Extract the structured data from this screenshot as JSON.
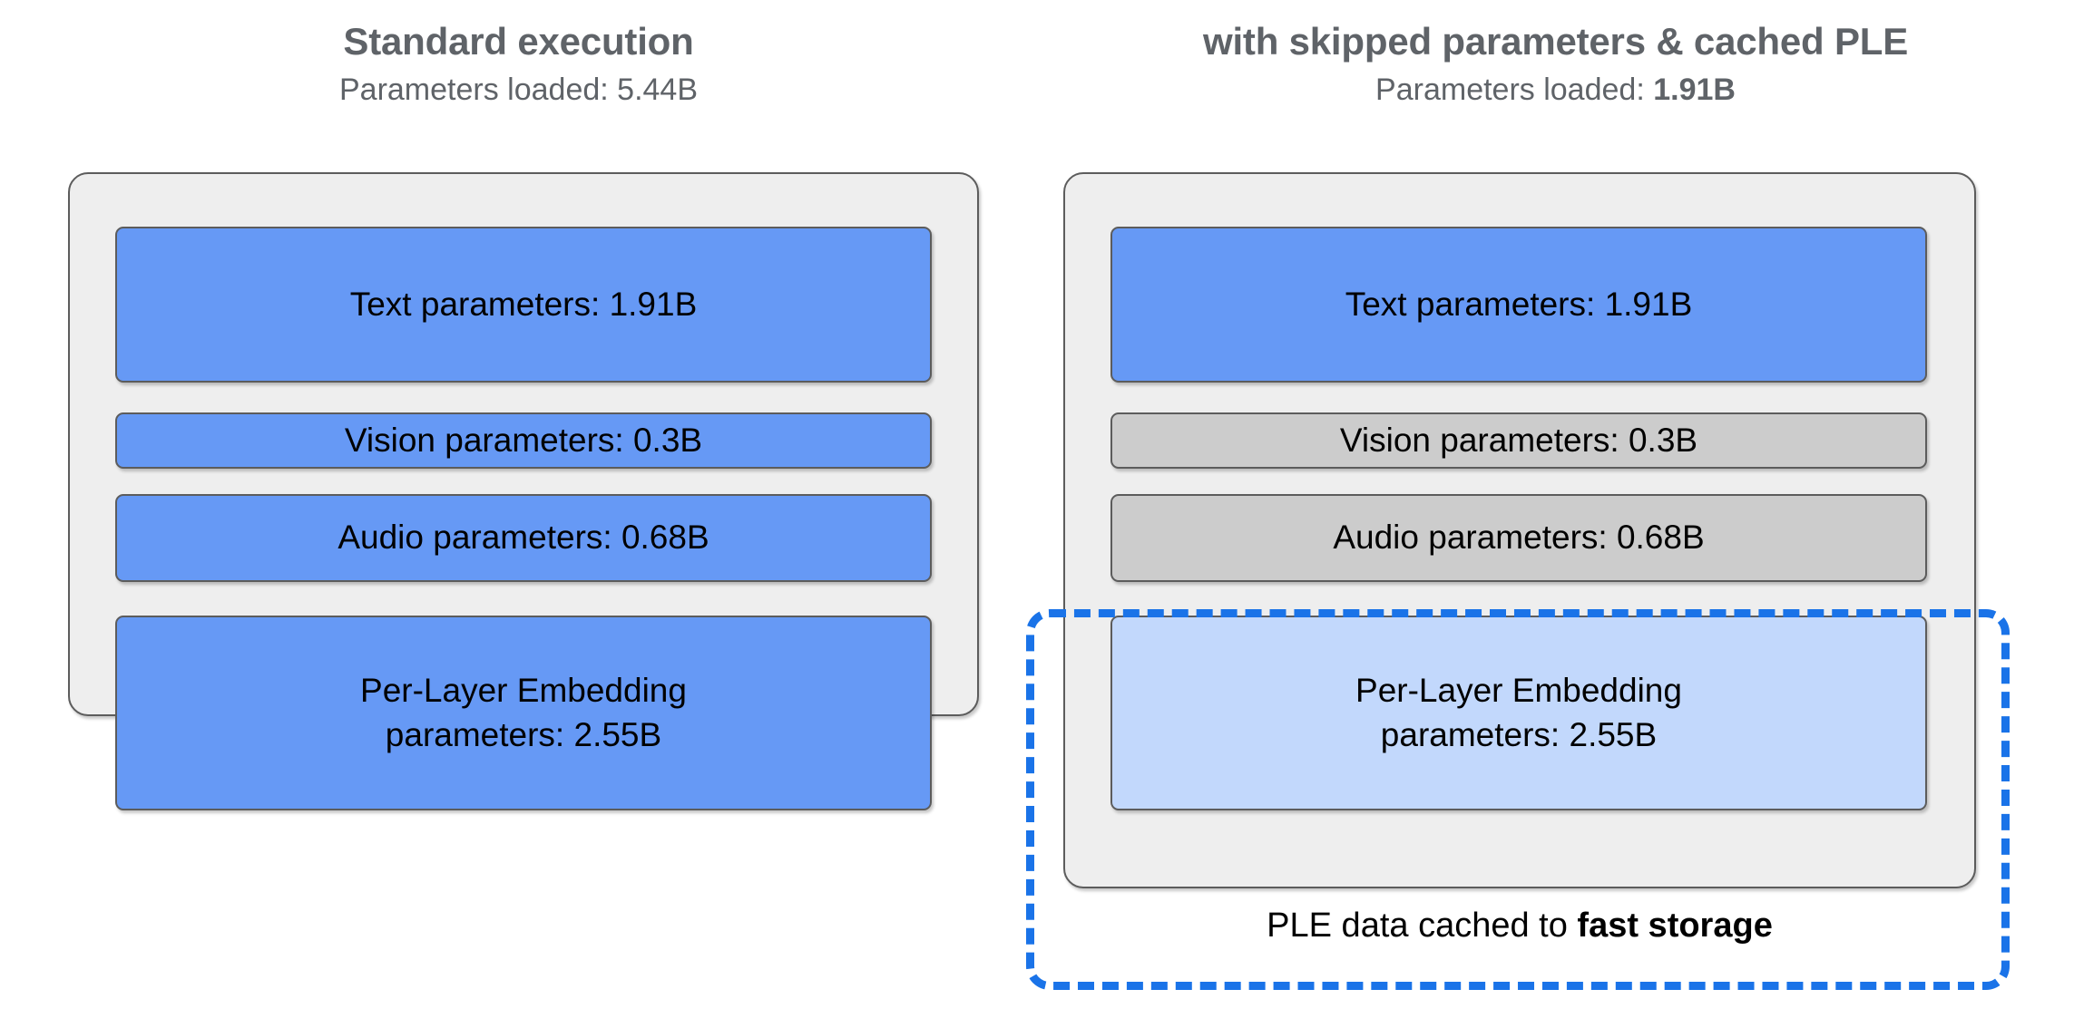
{
  "columns": [
    {
      "title": "Standard execution",
      "subtitle_prefix": "Parameters loaded: ",
      "subtitle_value": "5.44B",
      "subtitle_value_bold": false,
      "boxes": [
        {
          "label": "Text parameters: 1.91B",
          "state": "loaded"
        },
        {
          "label": "Vision parameters: 0.3B",
          "state": "loaded"
        },
        {
          "label": "Audio parameters: 0.68B",
          "state": "loaded"
        },
        {
          "label_line1": "Per-Layer Embedding",
          "label_line2": "parameters: 2.55B",
          "state": "loaded"
        }
      ]
    },
    {
      "title": "with skipped parameters & cached PLE",
      "subtitle_prefix": "Parameters loaded: ",
      "subtitle_value": "1.91B",
      "subtitle_value_bold": true,
      "boxes": [
        {
          "label": "Text parameters: 1.91B",
          "state": "loaded"
        },
        {
          "label": "Vision parameters: 0.3B",
          "state": "skipped"
        },
        {
          "label": "Audio parameters: 0.68B",
          "state": "skipped"
        },
        {
          "label_line1": "Per-Layer Embedding",
          "label_line2": "parameters: 2.55B",
          "state": "cached"
        }
      ]
    }
  ],
  "cache_callout": {
    "caption_prefix": "PLE data cached to ",
    "caption_emphasis": "fast storage"
  },
  "colors": {
    "loaded_fill": "#6699f5",
    "skipped_fill": "#cccccc",
    "cached_fill": "#c2d8fc",
    "panel_fill": "#eeeeee",
    "stroke": "#5c5c5c",
    "callout_blue": "#1a73e8",
    "title_grey": "#5f6368",
    "text_black": "#000000",
    "page_background": "#ffffff"
  }
}
